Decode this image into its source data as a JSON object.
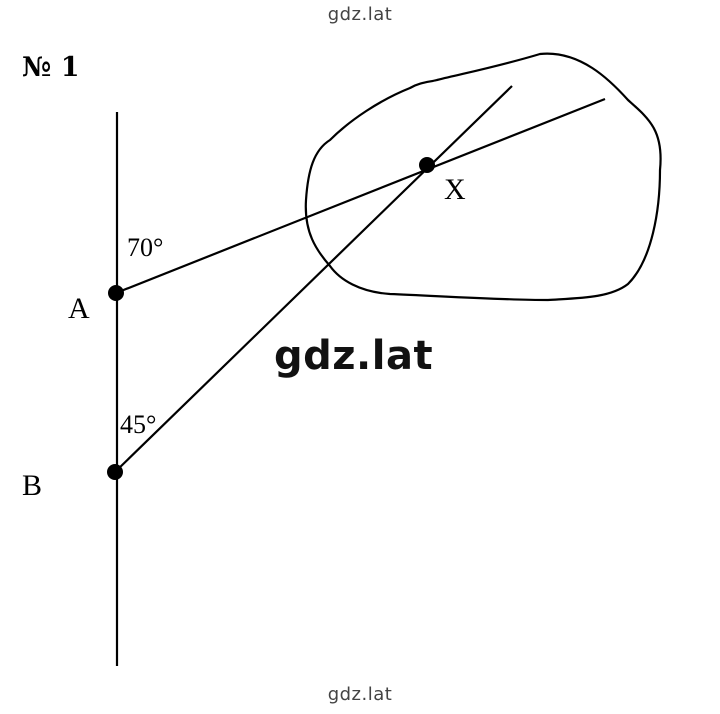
{
  "watermarks": {
    "top": "gdz.lat",
    "center": "gdz.lat",
    "bottom": "gdz.lat"
  },
  "problem": {
    "number": "№ 1"
  },
  "diagram": {
    "points": {
      "a": "A",
      "b": "B",
      "x": "X"
    },
    "angles": {
      "a": "70°",
      "b": "45°"
    }
  },
  "colors": {
    "ink": "#000000",
    "watermark": "#444444"
  }
}
